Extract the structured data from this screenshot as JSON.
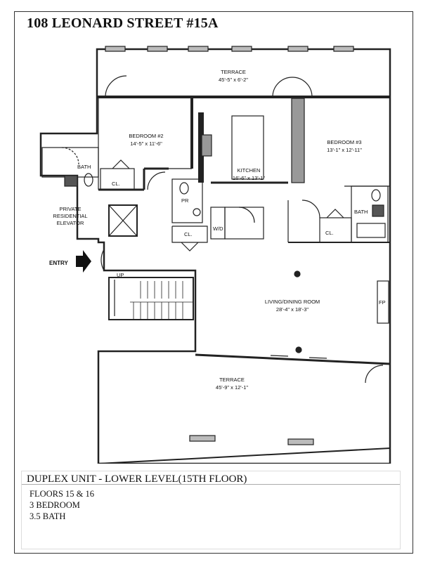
{
  "title": "108 LEONARD STREET #15A",
  "rooms": {
    "terrace_top": {
      "name": "TERRACE",
      "dims": "45'-5\" x 6'-2\""
    },
    "bedroom2": {
      "name": "BEDROOM #2",
      "dims": "14'-5\" x 11'-6\""
    },
    "bedroom3": {
      "name": "BEDROOM #3",
      "dims": "13'-1\" x 12'-11\""
    },
    "kitchen": {
      "name": "KITCHEN",
      "dims": "16'-6\" x 13'-1\""
    },
    "living": {
      "name": "LIVING/DINING ROOM",
      "dims": "28'-4\" x 18'-3\""
    },
    "terrace_bottom": {
      "name": "TERRACE",
      "dims": "45'-9\" x 12'-1\""
    }
  },
  "labels": {
    "bath_left": "BATH",
    "bath_right": "BATH",
    "closet_b2": "CL.",
    "closet_mid": "CL.",
    "closet_b3": "CL.",
    "powder_room": "PR",
    "washer_dryer": "W/D",
    "fireplace": "FP",
    "stairs_up": "UP",
    "entry": "ENTRY",
    "elevator_line1": "PRIVATE",
    "elevator_line2": "RESIDENTIAL",
    "elevator_line3": "ELEVATOR"
  },
  "info": {
    "heading": "DUPLEX UNIT - LOWER LEVEL(15TH FLOOR)",
    "floors": "FLOORS  15 & 16",
    "bedrooms": "3 BEDROOM",
    "baths": "3.5 BATH"
  }
}
